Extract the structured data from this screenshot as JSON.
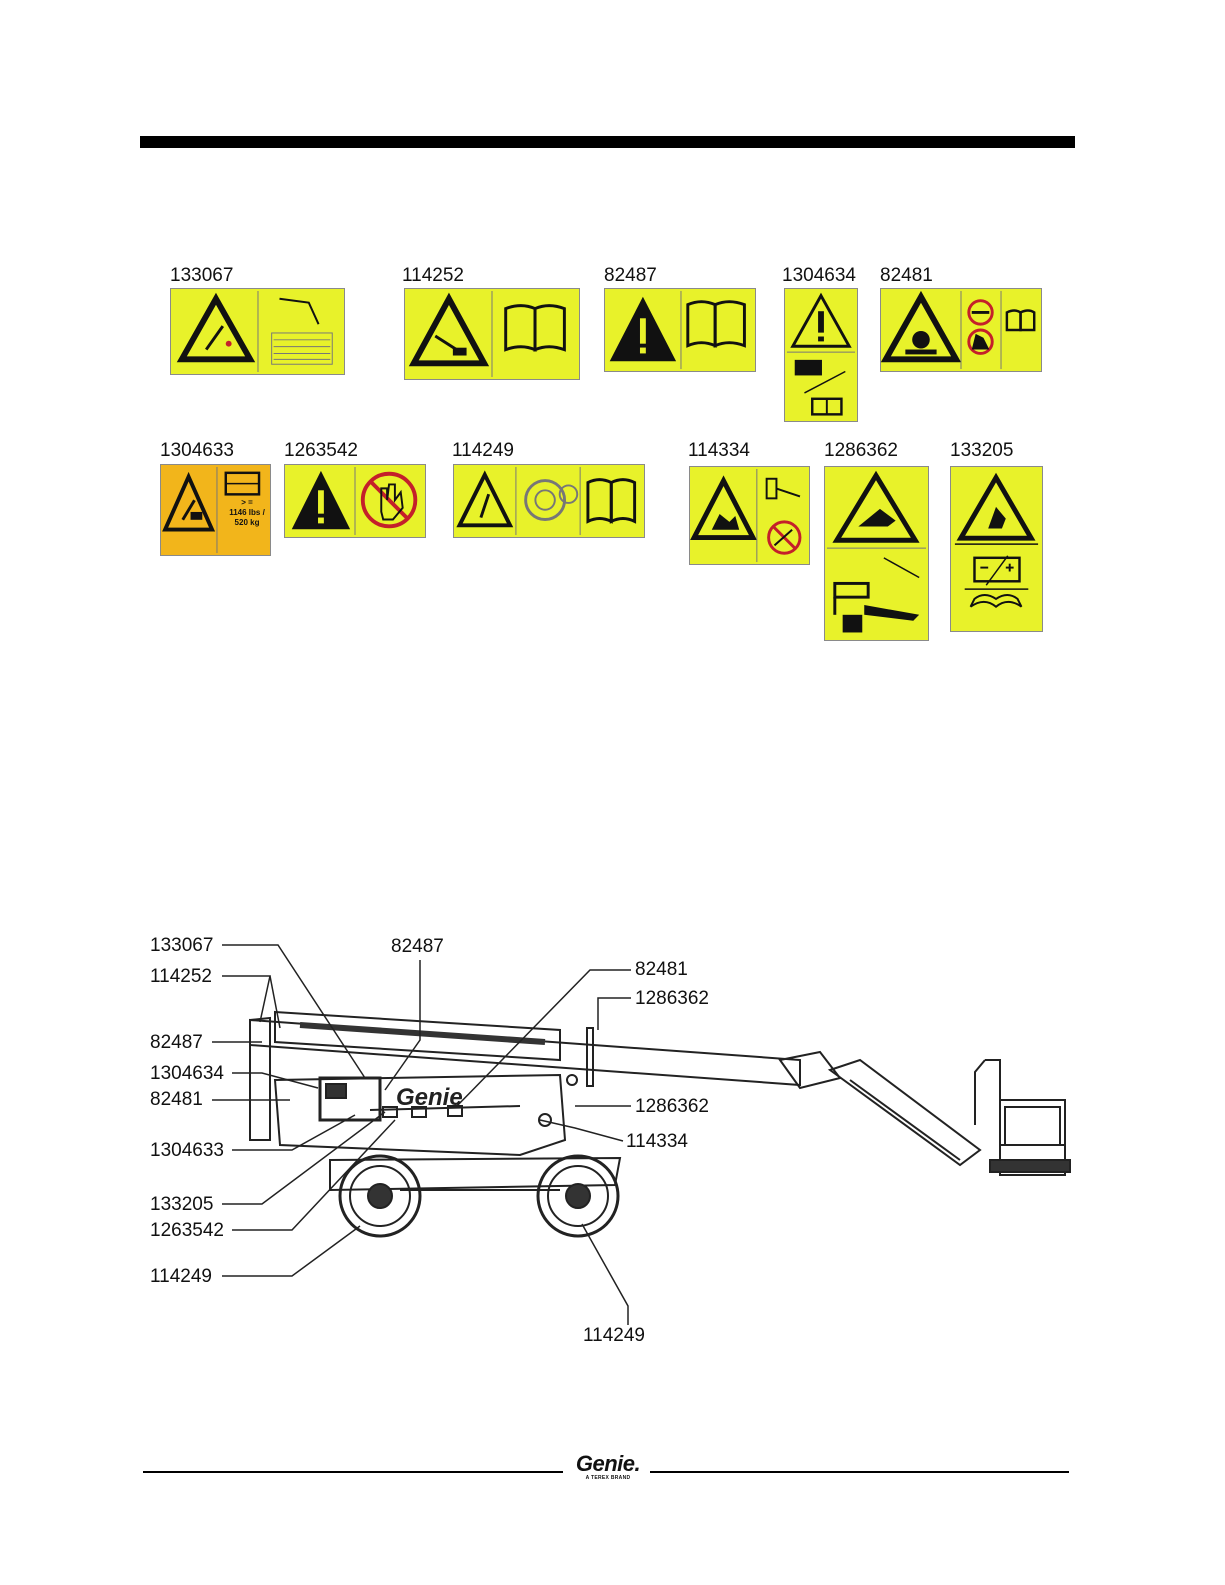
{
  "colors": {
    "decal_yellow": "#e8f22a",
    "decal_orange": "#f2b51b",
    "ink": "#111111",
    "bar": "#000000"
  },
  "decals": [
    {
      "id": "133067",
      "color": "decal_yellow",
      "icons": [
        "warning-triangle-boom-icon",
        "boom-chart-icon"
      ]
    },
    {
      "id": "114252",
      "color": "decal_yellow",
      "icons": [
        "warning-triangle-tipover-icon",
        "manual-book-icon"
      ]
    },
    {
      "id": "82487",
      "color": "decal_yellow",
      "icons": [
        "exclamation-triangle-icon",
        "manual-book-icon"
      ]
    },
    {
      "id": "1304634",
      "color": "decal_yellow",
      "icons": [
        "exclamation-triangle-icon",
        "load-capacity-icon",
        "manual-book-icon"
      ]
    },
    {
      "id": "82481",
      "color": "decal_yellow",
      "icons": [
        "warning-triangle-explosion-icon",
        "no-smoking-icon",
        "manual-book-icon"
      ]
    },
    {
      "id": "1304633",
      "color": "decal_orange",
      "icons": [
        "warning-triangle-crush-icon",
        "platform-weight-icon"
      ],
      "text": [
        "> =",
        "1146 lbs /",
        "520 kg"
      ]
    },
    {
      "id": "1263542",
      "color": "decal_yellow",
      "icons": [
        "exclamation-triangle-icon",
        "stop-hand-icon"
      ]
    },
    {
      "id": "114249",
      "color": "decal_yellow",
      "icons": [
        "warning-triangle-tire-icon",
        "tire-icon",
        "manual-book-icon"
      ]
    },
    {
      "id": "114334",
      "color": "decal_yellow",
      "icons": [
        "warning-triangle-electrocution-icon",
        "charger-plug-icon",
        "no-charger-icon"
      ]
    },
    {
      "id": "1286362",
      "color": "decal_yellow",
      "icons": [
        "warning-triangle-fall-icon",
        "platform-gate-icon"
      ]
    },
    {
      "id": "133205",
      "color": "decal_yellow",
      "icons": [
        "warning-triangle-battery-icon",
        "battery-icon",
        "manual-book-icon"
      ]
    }
  ],
  "callouts": [
    {
      "id": "133067"
    },
    {
      "id": "114252"
    },
    {
      "id": "82487"
    },
    {
      "id": "1304634"
    },
    {
      "id": "82481"
    },
    {
      "id": "1304633"
    },
    {
      "id": "133205"
    },
    {
      "id": "1263542"
    },
    {
      "id": "114249"
    },
    {
      "id": "82487"
    },
    {
      "id": "82481"
    },
    {
      "id": "1286362"
    },
    {
      "id": "1286362"
    },
    {
      "id": "114334"
    },
    {
      "id": "114249"
    }
  ],
  "machine": {
    "brand_label": "Genie"
  },
  "footer": {
    "logo_text": "Genie.",
    "logo_subtext": "A TEREX BRAND"
  }
}
